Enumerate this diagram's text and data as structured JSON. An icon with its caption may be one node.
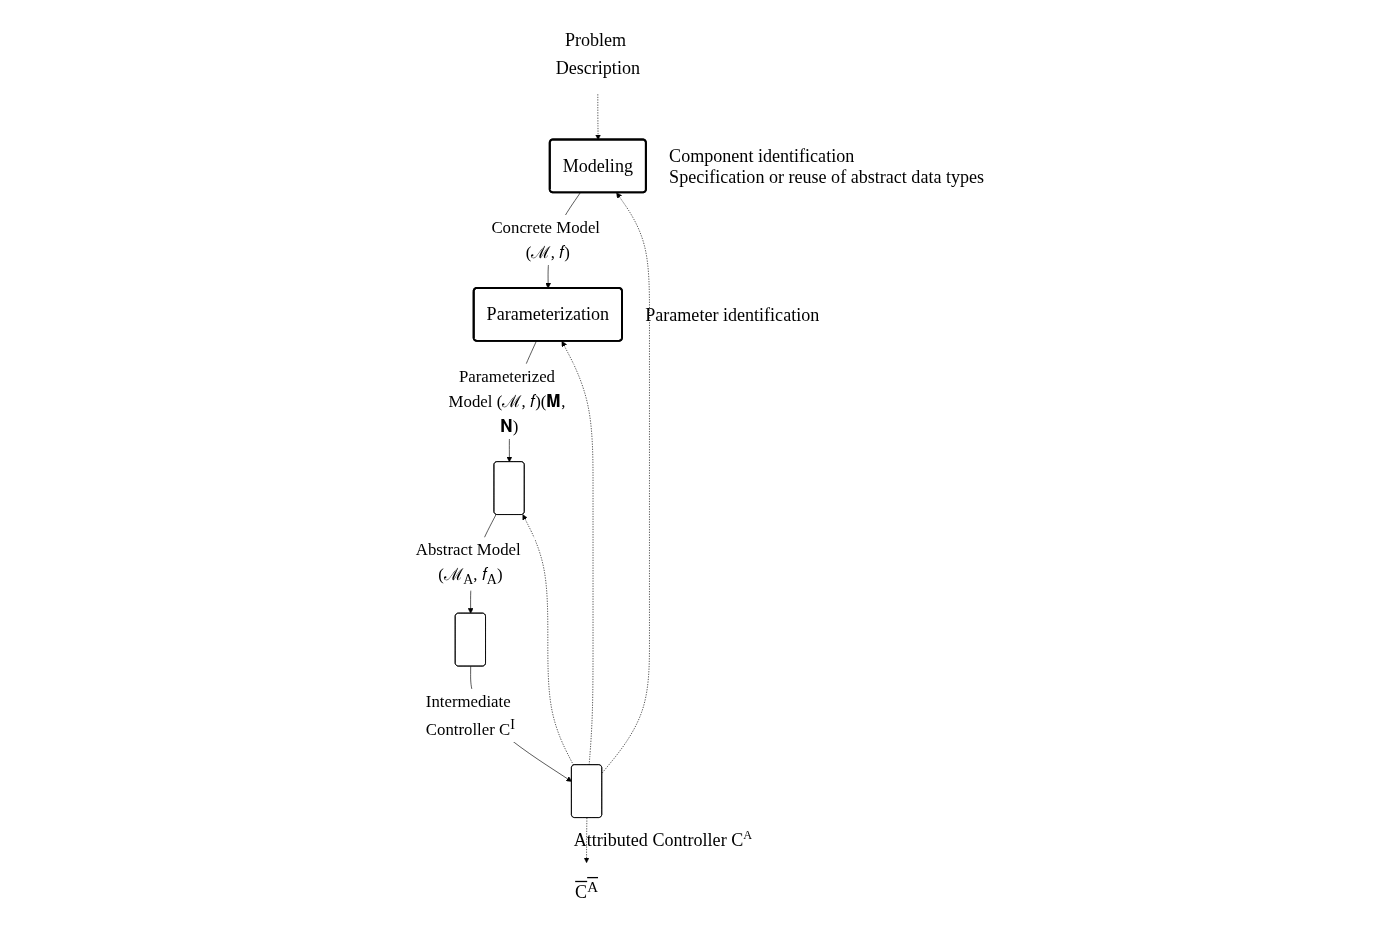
{
  "diagram": {
    "nodes": [
      {
        "text": [
          "Problem Description"
        ]
      },
      {
        "text": [
          "Modeling"
        ],
        "beside": [
          "Component identification",
          "Specification or reuse of abstract data types"
        ]
      },
      {
        "text": [
          "Parameterization"
        ],
        "beside": [
          "Parameter identification"
        ]
      },
      {
        "text": [],
        "shape": "box"
      },
      {
        "text": [],
        "shape": "box"
      },
      {
        "text": [],
        "shape": "box",
        "beside": [
          "Attributed Controller C$^{A}$"
        ]
      },
      {
        "text": [
          "C$^{A}$"
        ]
      }
    ],
    "edges": [
      {
        "from": 0,
        "to": 1,
        "arrow": "to",
        "style": "dashed"
      },
      {
        "from": 5,
        "to": 1,
        "arrow": "to",
        "style": "dashed"
      },
      {
        "from": 1,
        "to": 2,
        "arrow": "to",
        "label": "Concrete Model (ℳ, 𝑓)"
      },
      {
        "from": 5,
        "to": 2,
        "arrow": "to",
        "style": "dashed"
      },
      {
        "from": 2,
        "to": 3,
        "arrow": "to",
        "label": "Parameterized Model (ℳ, 𝑓)(𝐌, 𝐍)"
      },
      {
        "from": 5,
        "to": 3,
        "arrow": "to",
        "style": "dashed"
      },
      {
        "from": 3,
        "to": 4,
        "arrow": "to",
        "label": "Abstract Model (ℳ$_{A}$, 𝑓$_{A}$)"
      },
      {
        "from": 4,
        "to": 5,
        "arrow": "to",
        "label": "Intermediate Controller C$^{I}$"
      },
      {
        "from": 5,
        "to": 6,
        "arrow": "to",
        "style": "dashed"
      }
    ]
  }
}
